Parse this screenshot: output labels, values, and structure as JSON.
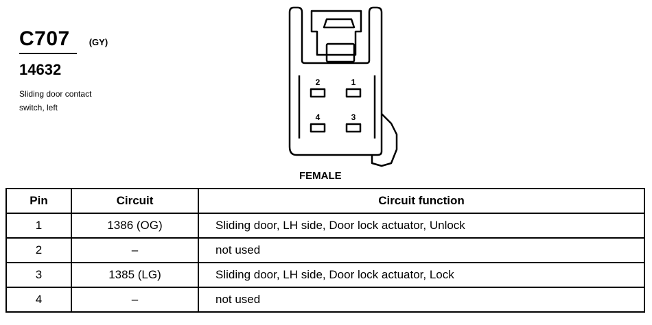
{
  "connector": {
    "id": "C707",
    "color_code": "(GY)",
    "part_number": "14632",
    "description_line1": "Sliding door contact",
    "description_line2": "switch, left"
  },
  "diagram": {
    "view_label": "FEMALE",
    "pin_labels": [
      "2",
      "1",
      "4",
      "3"
    ]
  },
  "table": {
    "headers": {
      "pin": "Pin",
      "circuit": "Circuit",
      "function": "Circuit function"
    },
    "rows": [
      {
        "pin": "1",
        "circuit": "1386 (OG)",
        "function": "Sliding door, LH side, Door lock actuator, Unlock"
      },
      {
        "pin": "2",
        "circuit": "–",
        "function": "not used"
      },
      {
        "pin": "3",
        "circuit": "1385 (LG)",
        "function": "Sliding door, LH side, Door lock actuator, Lock"
      },
      {
        "pin": "4",
        "circuit": "–",
        "function": "not used"
      }
    ]
  }
}
